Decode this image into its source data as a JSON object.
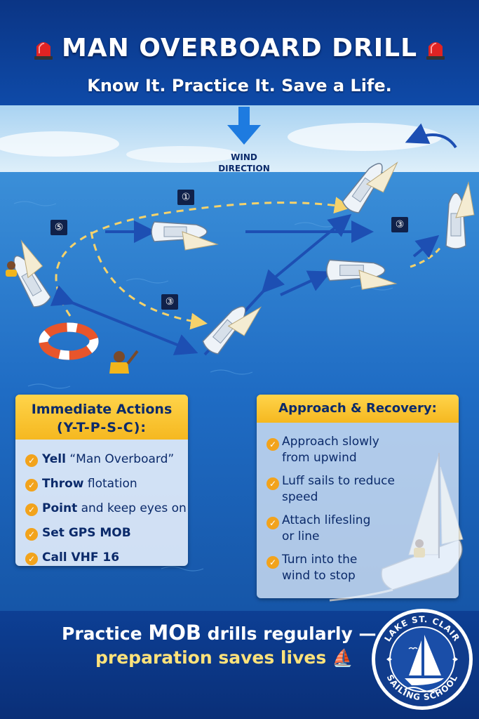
{
  "header": {
    "title": "MAN OVERBOARD DRILL",
    "subtitle": "Know It. Practice It. Save a Life."
  },
  "diagram": {
    "wind_label_line1": "WIND",
    "wind_label_line2": "DIRECTION",
    "step_labels": [
      "①",
      "⑤",
      "③",
      "③"
    ]
  },
  "immediate_actions": {
    "title_line1": "Immediate Actions",
    "title_line2": "(Y-T-P-S-C):",
    "items": [
      {
        "bold": "Yell",
        "rest": " “Man Overboard”"
      },
      {
        "bold": "Throw",
        "rest": " flotation"
      },
      {
        "bold": "Point",
        "rest": " and keep eyes on"
      },
      {
        "bold": "Set GPS MOB",
        "rest": ""
      },
      {
        "bold": "Call VHF 16",
        "rest": ""
      }
    ]
  },
  "approach_recovery": {
    "title": "Approach & Recovery:",
    "items": [
      {
        "line1": "Approach slowly",
        "line2": "from upwind"
      },
      {
        "line1": "Luff sails to reduce",
        "line2": "speed"
      },
      {
        "line1": "Attach lifesling",
        "line2": "or line"
      },
      {
        "line1": "Turn into the",
        "line2": "wind to stop"
      }
    ]
  },
  "footer": {
    "line1_pre": "Practice ",
    "line1_hl": "MOB",
    "line1_post": " drills regularly —",
    "line2": "preparation saves lives",
    "sail_icon": "⛵"
  },
  "logo": {
    "top_text": "LAKE ST. CLAIR",
    "bottom_text": "SAILING SCHOOL"
  },
  "colors": {
    "accent": "#f5b820",
    "navy": "#0b2a6a",
    "sea": "#1f6cc4"
  }
}
